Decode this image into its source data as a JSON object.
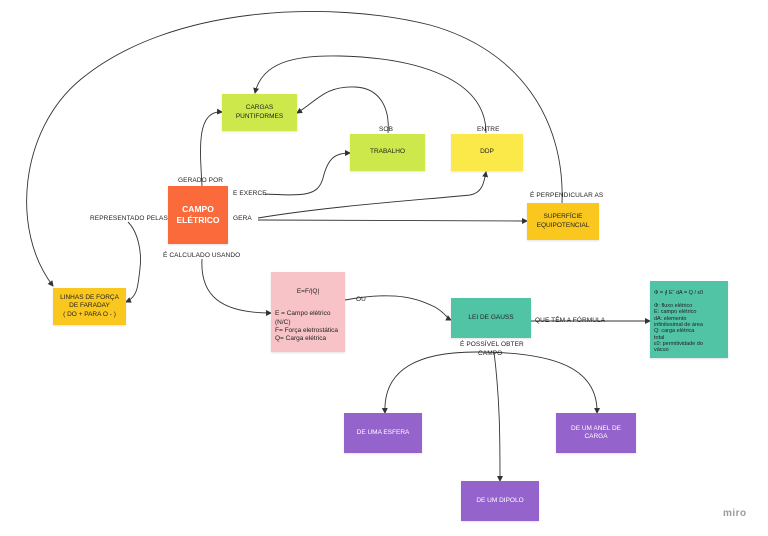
{
  "colors": {
    "orange_red": "#fb6a3b",
    "lime": "#cde84a",
    "yellow": "#fbe849",
    "amber": "#f9c71d",
    "pink": "#f7c3c7",
    "teal": "#52c4a6",
    "purple": "#9563cc",
    "line": "#333333"
  },
  "nodes": {
    "campo": "CAMPO\nELÉTRICO",
    "cargas": "CARGAS\nPUNTIFORMES",
    "trabalho": "TRABALHO",
    "ddp": "DDP",
    "superficie": "SUPERFÍCIE\nEQUIPOTENCIAL",
    "linhas": "LINHAS DE FORÇA\nDE FARADAY\n( DO + PARA O - )",
    "formula_title": "E=F/|Q|",
    "formula_body": "E = Campo elétrico\n(N/C)\nF= Força eletrostática\nQ= Carga elétrica",
    "gauss": "LEI DE GAUSS",
    "gauss_formula": "Φ = ∮ E ⃗ dA = Q / ε0\n\nΦ: fluxo elétrico\nE: campo elétrico\ndA: elemento\ninfinitesimal de área\nQ: carga elétrica\ntotal\nε0: permitividade do\nvácuo",
    "esfera": "DE UMA ESFERA",
    "anel": "DE UM ANEL DE\nCARGA",
    "dipolo": "DE UM DIPOLO"
  },
  "labels": {
    "gerado_por": "GERADO POR",
    "e_exerce": "E EXERCE",
    "gera": "GERA",
    "sob": "SOB",
    "entre": "ENTRE",
    "e_perpendicular": "É PERPENDICULAR AS",
    "representado_pelas": "REPRESENTADO PELAS",
    "e_calculado": "É CALCULADO USANDO",
    "ou": "OU",
    "que_tem": "QUE TÊM A FÓRMULA",
    "possivel_1": "É POSSÍVEL OBTER",
    "possivel_2": "CAMPO"
  },
  "watermark": "miro"
}
